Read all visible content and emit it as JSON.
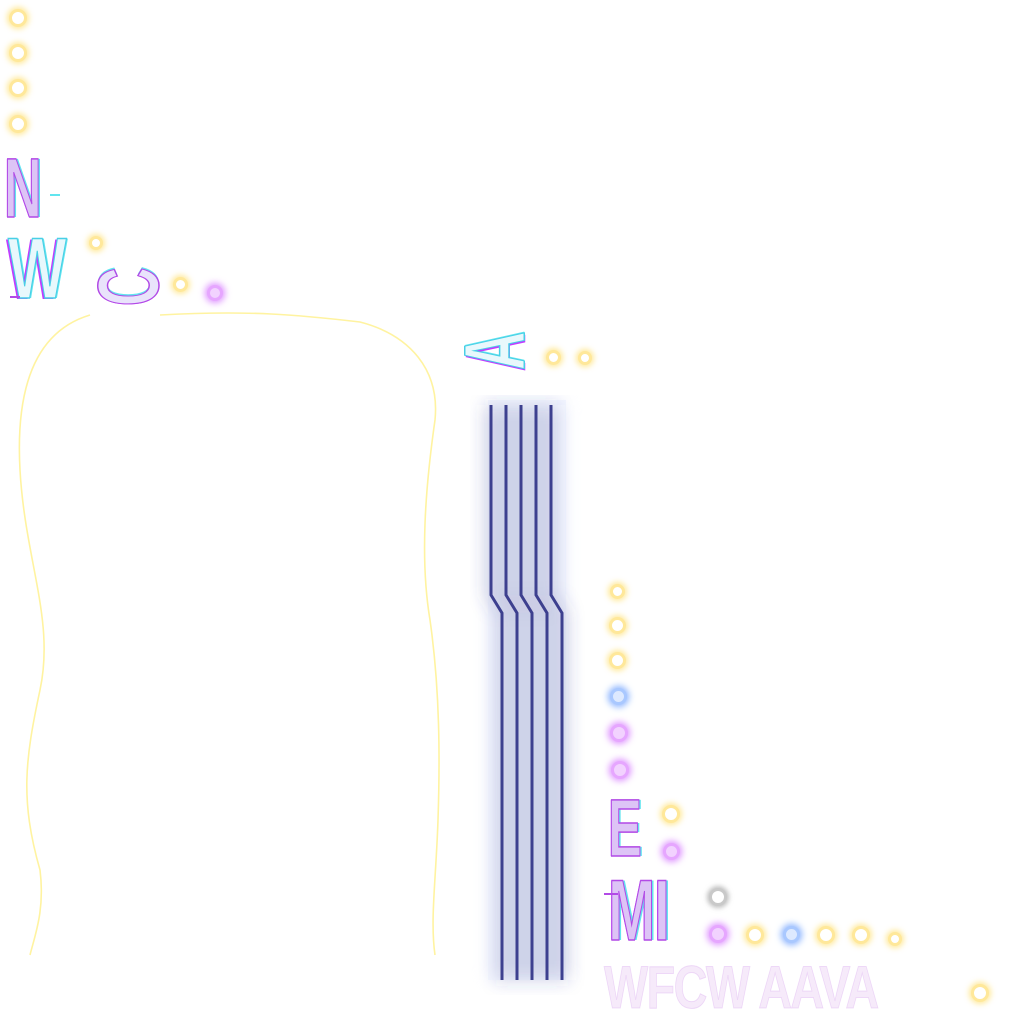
{
  "glyphs": {
    "n": "N",
    "w": "W",
    "c_rotated": "C",
    "a_rotated": "A",
    "e": "E",
    "mi": "MI",
    "faint_line": "WFCW AAVA"
  },
  "colors": {
    "background": "#ffffff",
    "glyph_fill": "#ddc4f6",
    "glyph_stroke_violet": "#b24ae6",
    "glyph_stroke_cyan": "#48cfe6",
    "glow_yellow": "#ffe89a",
    "glow_violet": "#e6a6ff",
    "glow_blue": "#a9c8ff",
    "glow_gray": "#c9c9c9",
    "wire": "#3e3f8f",
    "outline": "#fff3a0"
  },
  "icons": [
    "glow-dot",
    "wire-bundle",
    "wavy-outline"
  ]
}
